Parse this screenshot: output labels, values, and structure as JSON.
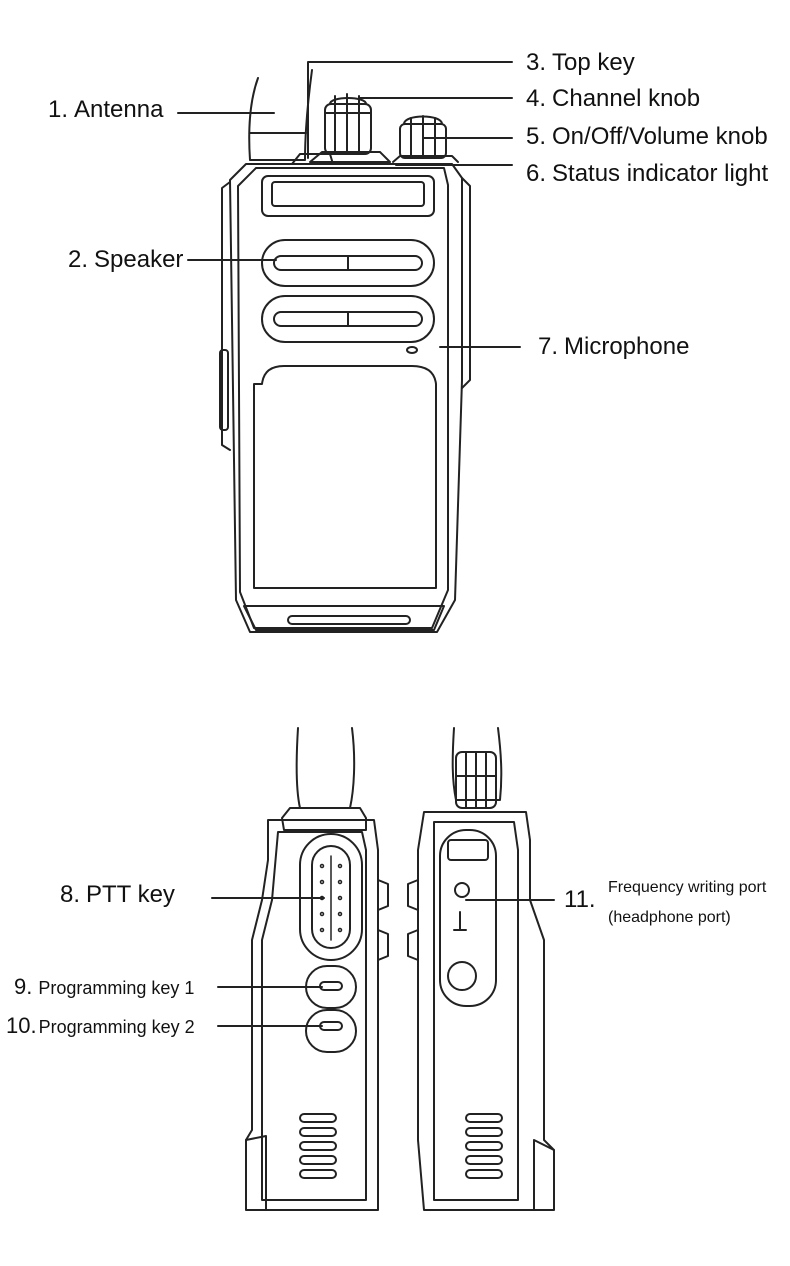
{
  "labels": {
    "antenna": {
      "num": "1.",
      "text": "Antenna"
    },
    "speaker": {
      "num": "2.",
      "text": "Speaker"
    },
    "top_key": {
      "num": "3.",
      "text": "Top key"
    },
    "channel_knob": {
      "num": "4.",
      "text": "Channel knob"
    },
    "volume_knob": {
      "num": "5.",
      "text": "On/Off/Volume knob"
    },
    "status_light": {
      "num": "6.",
      "text": "Status indicator light"
    },
    "microphone": {
      "num": "7.",
      "text": "Microphone"
    },
    "ptt_key": {
      "num": "8.",
      "text": "PTT key"
    },
    "prog_key_1": {
      "num": "9.",
      "text": "Programming key 1"
    },
    "prog_key_2": {
      "num": "10.",
      "text": "Programming key 2"
    },
    "freq_port": {
      "num": "11.",
      "text": "Frequency writing port",
      "text2": "(headphone port)"
    }
  },
  "colors": {
    "line": "#222222",
    "background": "#ffffff"
  }
}
